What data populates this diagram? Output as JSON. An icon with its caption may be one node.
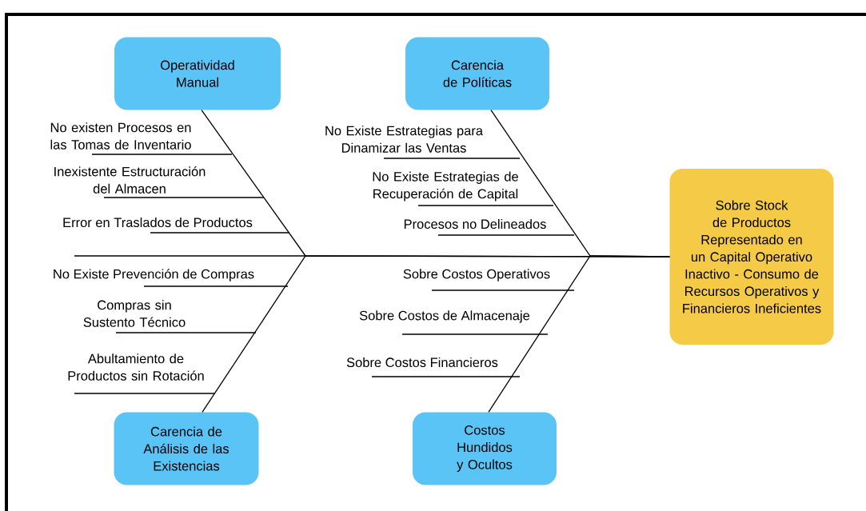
{
  "diagram": {
    "nodes": [
      {
        "text": [
          "Operatividad Manual"
        ]
      },
      {
        "text": [
          "Carencia de Políticas"
        ]
      },
      {
        "text": [
          "Carencia de Análisis de las Existencias"
        ]
      },
      {
        "text": [
          "Costos Hundidos y Ocultos"
        ]
      },
      {
        "text": [
          "Sobre Stock de Productos Representado en un Capital Operativo Inactivo - Consumo de Recursos Operativos y Financieros Ineficientes"
        ]
      }
    ],
    "edges": [
      {
        "from": 0,
        "to": 4,
        "arrow": "none"
      },
      {
        "from": 1,
        "to": 4,
        "arrow": "none"
      },
      {
        "from": 2,
        "to": 4,
        "arrow": "none"
      },
      {
        "from": 3,
        "to": 4,
        "arrow": "none"
      }
    ],
    "labels": [
      "No existen Procesos en las Tomas de Inventario",
      "No Existe Estrategias para Dinamizar las Ventas",
      "Inexistente Estructuración del Almacen",
      "No Existe Estrategias de Recuperación de Capital",
      "Error en Traslados de Productos",
      "Procesos no Delineados",
      "No Existe Prevención de Compras",
      "Sobre Costos Operativos",
      "Compras sin Sustento Técnico",
      "Sobre Costos de Almacenaje",
      "Abultamiento de Productos sin Rotación",
      "Sobre Costos Financieros"
    ]
  }
}
